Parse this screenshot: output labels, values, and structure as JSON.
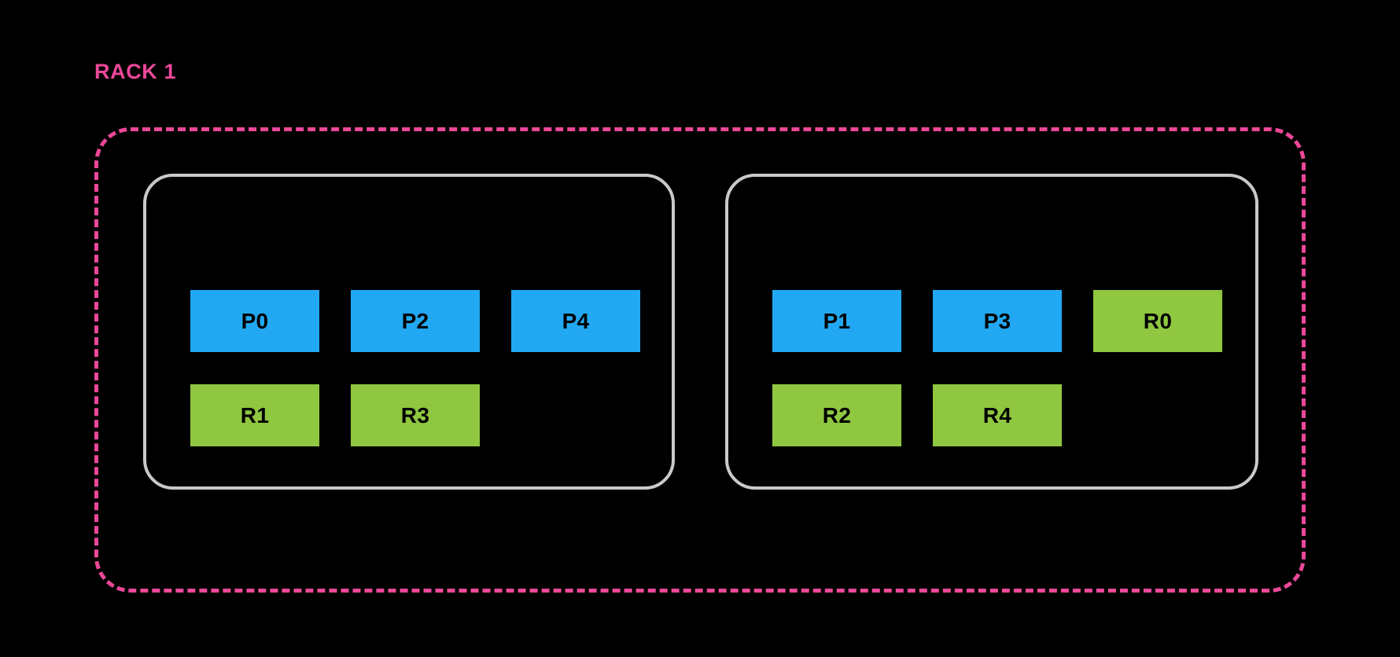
{
  "diagram": {
    "title": "RACK 1",
    "type": "rack-node-shard-placement",
    "colors": {
      "background": "#000000",
      "rack_border": "#EC4899",
      "rack_label": "#EC4899",
      "node_border": "#C9C9C9",
      "primary_shard": "#22A8F2",
      "replica_shard": "#8FC740",
      "shard_label": "#000000"
    },
    "rack": {
      "label": "RACK 1",
      "border_style": "dashed",
      "nodes": [
        {
          "id": "node-left",
          "rows": [
            {
              "id": "node-left-row-primary",
              "shards": [
                {
                  "label": "P0",
                  "kind": "primary"
                },
                {
                  "label": "P2",
                  "kind": "primary"
                },
                {
                  "label": "P4",
                  "kind": "primary"
                }
              ]
            },
            {
              "id": "node-left-row-replica",
              "shards": [
                {
                  "label": "R1",
                  "kind": "replica"
                },
                {
                  "label": "R3",
                  "kind": "replica"
                }
              ]
            }
          ]
        },
        {
          "id": "node-right",
          "rows": [
            {
              "id": "node-right-row-primary",
              "shards": [
                {
                  "label": "P1",
                  "kind": "primary"
                },
                {
                  "label": "P3",
                  "kind": "primary"
                },
                {
                  "label": "R0",
                  "kind": "replica"
                }
              ]
            },
            {
              "id": "node-right-row-replica",
              "shards": [
                {
                  "label": "R2",
                  "kind": "replica"
                },
                {
                  "label": "R4",
                  "kind": "replica"
                }
              ]
            }
          ]
        }
      ]
    }
  }
}
